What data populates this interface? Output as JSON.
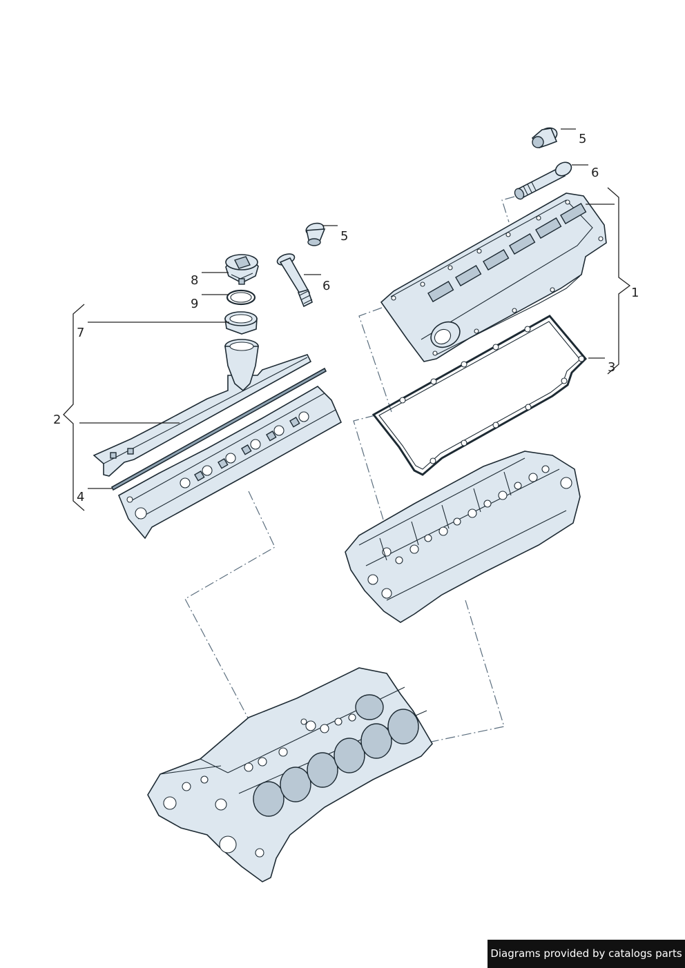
{
  "callouts": {
    "c1": "1",
    "c2": "2",
    "c3": "3",
    "c4": "4",
    "c5_top": "5",
    "c5_mid": "5",
    "c6_top": "6",
    "c6_mid": "6",
    "c7": "7",
    "c8": "8",
    "c9": "9"
  },
  "footer": {
    "credit": "Diagrams provided by catalogs parts"
  }
}
